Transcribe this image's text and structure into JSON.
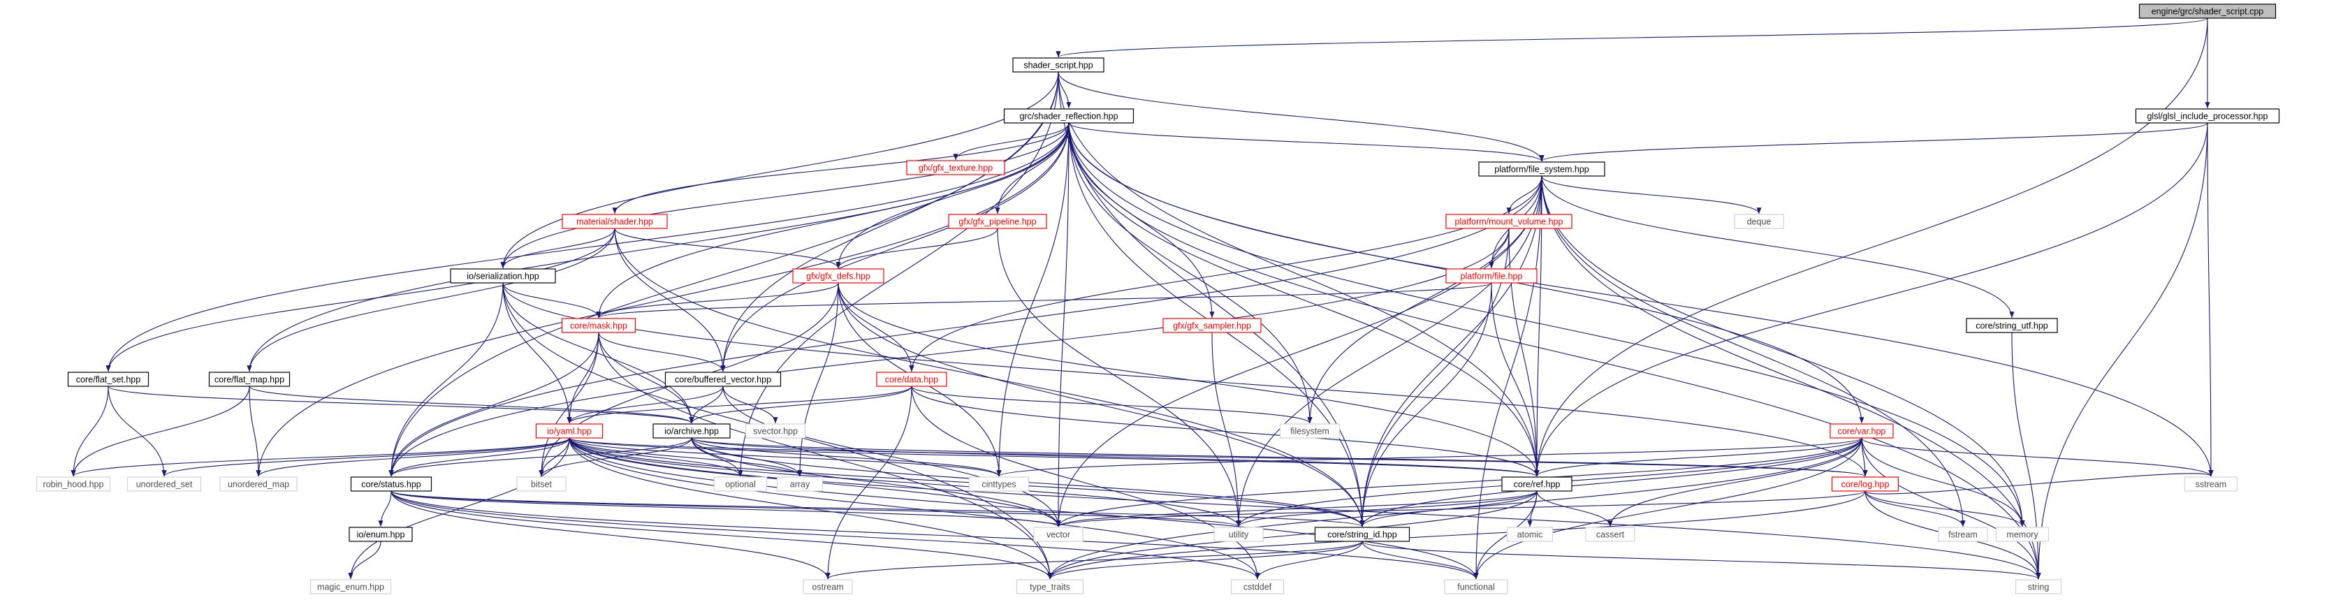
{
  "diagram": {
    "nodes": [
      {
        "id": "root",
        "label": "engine/grc/shader_script.cpp",
        "style": "root"
      },
      {
        "id": "shader_script",
        "label": "shader_script.hpp",
        "style": "normal"
      },
      {
        "id": "glsl_inc",
        "label": "glsl/glsl_include_processor.hpp",
        "style": "normal"
      },
      {
        "id": "shader_refl",
        "label": "grc/shader_reflection.hpp",
        "style": "normal"
      },
      {
        "id": "gfx_texture",
        "label": "gfx/gfx_texture.hpp",
        "style": "red"
      },
      {
        "id": "file_system",
        "label": "platform/file_system.hpp",
        "style": "normal"
      },
      {
        "id": "material_shader",
        "label": "material/shader.hpp",
        "style": "red"
      },
      {
        "id": "gfx_pipeline",
        "label": "gfx/gfx_pipeline.hpp",
        "style": "red"
      },
      {
        "id": "deque",
        "label": "deque",
        "style": "std"
      },
      {
        "id": "mount_volume",
        "label": "platform/mount_volume.hpp",
        "style": "red"
      },
      {
        "id": "io_serial",
        "label": "io/serialization.hpp",
        "style": "normal"
      },
      {
        "id": "gfx_defs",
        "label": "gfx/gfx_defs.hpp",
        "style": "red"
      },
      {
        "id": "platform_file",
        "label": "platform/file.hpp",
        "style": "red"
      },
      {
        "id": "gfx_sampler",
        "label": "gfx/gfx_sampler.hpp",
        "style": "red"
      },
      {
        "id": "core_mask",
        "label": "core/mask.hpp",
        "style": "red"
      },
      {
        "id": "string_utf",
        "label": "core/string_utf.hpp",
        "style": "normal"
      },
      {
        "id": "flat_set",
        "label": "core/flat_set.hpp",
        "style": "normal"
      },
      {
        "id": "flat_map",
        "label": "core/flat_map.hpp",
        "style": "normal"
      },
      {
        "id": "buffered_vec",
        "label": "core/buffered_vector.hpp",
        "style": "normal"
      },
      {
        "id": "core_data",
        "label": "core/data.hpp",
        "style": "red"
      },
      {
        "id": "io_yaml",
        "label": "io/yaml.hpp",
        "style": "red"
      },
      {
        "id": "io_archive",
        "label": "io/archive.hpp",
        "style": "normal"
      },
      {
        "id": "svector",
        "label": "svector.hpp",
        "style": "std"
      },
      {
        "id": "filesystem",
        "label": "filesystem",
        "style": "std"
      },
      {
        "id": "core_var",
        "label": "core/var.hpp",
        "style": "red"
      },
      {
        "id": "robin_hood",
        "label": "robin_hood.hpp",
        "style": "std"
      },
      {
        "id": "unordered_set",
        "label": "unordered_set",
        "style": "std"
      },
      {
        "id": "unordered_map",
        "label": "unordered_map",
        "style": "std"
      },
      {
        "id": "core_status",
        "label": "core/status.hpp",
        "style": "normal"
      },
      {
        "id": "bitset",
        "label": "bitset",
        "style": "std"
      },
      {
        "id": "optional",
        "label": "optional",
        "style": "std"
      },
      {
        "id": "array",
        "label": "array",
        "style": "std"
      },
      {
        "id": "cinttypes",
        "label": "cinttypes",
        "style": "std"
      },
      {
        "id": "core_ref",
        "label": "core/ref.hpp",
        "style": "normal"
      },
      {
        "id": "core_log",
        "label": "core/log.hpp",
        "style": "red"
      },
      {
        "id": "sstream",
        "label": "sstream",
        "style": "std"
      },
      {
        "id": "io_enum",
        "label": "io/enum.hpp",
        "style": "normal"
      },
      {
        "id": "vector",
        "label": "vector",
        "style": "std"
      },
      {
        "id": "utility",
        "label": "utility",
        "style": "std"
      },
      {
        "id": "string_id",
        "label": "core/string_id.hpp",
        "style": "normal"
      },
      {
        "id": "atomic",
        "label": "atomic",
        "style": "std"
      },
      {
        "id": "cassert",
        "label": "cassert",
        "style": "std"
      },
      {
        "id": "fstream",
        "label": "fstream",
        "style": "std"
      },
      {
        "id": "memory",
        "label": "memory",
        "style": "std"
      },
      {
        "id": "magic_enum",
        "label": "magic_enum.hpp",
        "style": "std"
      },
      {
        "id": "ostream",
        "label": "ostream",
        "style": "std"
      },
      {
        "id": "type_traits",
        "label": "type_traits",
        "style": "std"
      },
      {
        "id": "cstddef",
        "label": "cstddef",
        "style": "std"
      },
      {
        "id": "functional",
        "label": "functional",
        "style": "std"
      },
      {
        "id": "string",
        "label": "string",
        "style": "std"
      }
    ],
    "edges": [
      [
        "root",
        "shader_script"
      ],
      [
        "root",
        "glsl_inc"
      ],
      [
        "root",
        "core_ref"
      ],
      [
        "shader_script",
        "shader_refl"
      ],
      [
        "shader_script",
        "file_system"
      ],
      [
        "shader_script",
        "io_serial"
      ],
      [
        "shader_script",
        "buffered_vec"
      ],
      [
        "shader_script",
        "core_ref"
      ],
      [
        "shader_script",
        "string_id"
      ],
      [
        "shader_script",
        "optional"
      ],
      [
        "shader_script",
        "core_status"
      ],
      [
        "glsl_inc",
        "file_system"
      ],
      [
        "glsl_inc",
        "sstream"
      ],
      [
        "glsl_inc",
        "string"
      ],
      [
        "glsl_inc",
        "core_ref"
      ],
      [
        "shader_refl",
        "gfx_texture"
      ],
      [
        "shader_refl",
        "file_system"
      ],
      [
        "shader_refl",
        "material_shader"
      ],
      [
        "shader_refl",
        "gfx_pipeline"
      ],
      [
        "shader_refl",
        "gfx_defs"
      ],
      [
        "shader_refl",
        "gfx_sampler"
      ],
      [
        "shader_refl",
        "io_serial"
      ],
      [
        "shader_refl",
        "core_mask"
      ],
      [
        "shader_refl",
        "flat_set"
      ],
      [
        "shader_refl",
        "flat_map"
      ],
      [
        "shader_refl",
        "buffered_vec"
      ],
      [
        "shader_refl",
        "core_var"
      ],
      [
        "shader_refl",
        "filesystem"
      ],
      [
        "shader_refl",
        "cinttypes"
      ],
      [
        "shader_refl",
        "vector"
      ],
      [
        "shader_refl",
        "string_id"
      ],
      [
        "shader_refl",
        "memory"
      ],
      [
        "shader_refl",
        "sstream"
      ],
      [
        "shader_refl",
        "string"
      ],
      [
        "shader_refl",
        "unordered_map"
      ],
      [
        "shader_refl",
        "core_ref"
      ],
      [
        "file_system",
        "deque"
      ],
      [
        "file_system",
        "mount_volume"
      ],
      [
        "file_system",
        "platform_file"
      ],
      [
        "file_system",
        "string_utf"
      ],
      [
        "file_system",
        "core_data"
      ],
      [
        "file_system",
        "filesystem"
      ],
      [
        "file_system",
        "core_ref"
      ],
      [
        "file_system",
        "string_id"
      ],
      [
        "file_system",
        "vector"
      ],
      [
        "file_system",
        "string"
      ],
      [
        "file_system",
        "memory"
      ],
      [
        "file_system",
        "fstream"
      ],
      [
        "file_system",
        "utility"
      ],
      [
        "file_system",
        "core_status"
      ],
      [
        "file_system",
        "functional"
      ],
      [
        "material_shader",
        "gfx_defs"
      ],
      [
        "material_shader",
        "io_serial"
      ],
      [
        "material_shader",
        "buffered_vec"
      ],
      [
        "material_shader",
        "flat_set"
      ],
      [
        "material_shader",
        "flat_map"
      ],
      [
        "material_shader",
        "string_id"
      ],
      [
        "gfx_pipeline",
        "gfx_defs"
      ],
      [
        "gfx_pipeline",
        "utility"
      ],
      [
        "mount_volume",
        "platform_file"
      ],
      [
        "mount_volume",
        "core_ref"
      ],
      [
        "mount_volume",
        "string_id"
      ],
      [
        "mount_volume",
        "core_status"
      ],
      [
        "io_serial",
        "core_mask"
      ],
      [
        "io_serial",
        "io_archive"
      ],
      [
        "io_serial",
        "io_yaml"
      ],
      [
        "io_serial",
        "core_status"
      ],
      [
        "io_serial",
        "core_log"
      ],
      [
        "io_serial",
        "type_traits"
      ],
      [
        "gfx_defs",
        "core_mask"
      ],
      [
        "gfx_defs",
        "core_data"
      ],
      [
        "gfx_defs",
        "array"
      ],
      [
        "gfx_defs",
        "cinttypes"
      ],
      [
        "gfx_defs",
        "string_id"
      ],
      [
        "gfx_defs",
        "core_ref"
      ],
      [
        "gfx_defs",
        "bitset"
      ],
      [
        "platform_file",
        "core_mask"
      ],
      [
        "platform_file",
        "core_ref"
      ],
      [
        "platform_file",
        "string_id"
      ],
      [
        "gfx_sampler",
        "utility"
      ],
      [
        "core_mask",
        "buffered_vec"
      ],
      [
        "core_mask",
        "io_archive"
      ],
      [
        "core_mask",
        "io_yaml"
      ],
      [
        "core_mask",
        "bitset"
      ],
      [
        "core_mask",
        "core_status"
      ],
      [
        "core_mask",
        "type_traits"
      ],
      [
        "string_utf",
        "string"
      ],
      [
        "flat_set",
        "io_archive"
      ],
      [
        "flat_set",
        "robin_hood"
      ],
      [
        "flat_set",
        "unordered_set"
      ],
      [
        "flat_map",
        "io_archive"
      ],
      [
        "flat_map",
        "robin_hood"
      ],
      [
        "flat_map",
        "unordered_map"
      ],
      [
        "buffered_vec",
        "io_archive"
      ],
      [
        "buffered_vec",
        "io_yaml"
      ],
      [
        "buffered_vec",
        "svector"
      ],
      [
        "buffered_vec",
        "vector"
      ],
      [
        "core_data",
        "io_archive"
      ],
      [
        "core_data",
        "io_yaml"
      ],
      [
        "core_data",
        "filesystem"
      ],
      [
        "core_data",
        "core_ref"
      ],
      [
        "core_data",
        "ostream"
      ],
      [
        "core_data",
        "cstddef"
      ],
      [
        "io_yaml",
        "robin_hood"
      ],
      [
        "io_yaml",
        "unordered_set"
      ],
      [
        "io_yaml",
        "unordered_map"
      ],
      [
        "io_yaml",
        "core_status"
      ],
      [
        "io_yaml",
        "bitset"
      ],
      [
        "io_yaml",
        "optional"
      ],
      [
        "io_yaml",
        "array"
      ],
      [
        "io_yaml",
        "cinttypes"
      ],
      [
        "io_yaml",
        "core_ref"
      ],
      [
        "io_yaml",
        "core_log"
      ],
      [
        "io_yaml",
        "vector"
      ],
      [
        "io_yaml",
        "utility"
      ],
      [
        "io_yaml",
        "string_id"
      ],
      [
        "io_yaml",
        "magic_enum"
      ],
      [
        "io_yaml",
        "type_traits"
      ],
      [
        "io_yaml",
        "cstddef"
      ],
      [
        "io_yaml",
        "functional"
      ],
      [
        "io_yaml",
        "string"
      ],
      [
        "io_archive",
        "core_status"
      ],
      [
        "io_archive",
        "bitset"
      ],
      [
        "io_archive",
        "optional"
      ],
      [
        "io_archive",
        "array"
      ],
      [
        "io_archive",
        "cinttypes"
      ],
      [
        "io_archive",
        "core_ref"
      ],
      [
        "io_archive",
        "core_log"
      ],
      [
        "io_archive",
        "vector"
      ],
      [
        "io_archive",
        "string_id"
      ],
      [
        "core_var",
        "core_ref"
      ],
      [
        "core_var",
        "core_log"
      ],
      [
        "core_var",
        "cinttypes"
      ],
      [
        "core_var",
        "vector"
      ],
      [
        "core_var",
        "utility"
      ],
      [
        "core_var",
        "string_id"
      ],
      [
        "core_var",
        "cassert"
      ],
      [
        "core_var",
        "memory"
      ],
      [
        "core_var",
        "sstream"
      ],
      [
        "core_var",
        "string"
      ],
      [
        "core_var",
        "functional"
      ],
      [
        "core_var",
        "type_traits"
      ],
      [
        "core_status",
        "io_enum"
      ],
      [
        "core_status",
        "vector"
      ],
      [
        "core_status",
        "utility"
      ],
      [
        "core_status",
        "string_id"
      ],
      [
        "core_status",
        "ostream"
      ],
      [
        "core_status",
        "type_traits"
      ],
      [
        "core_status",
        "cstddef"
      ],
      [
        "core_status",
        "functional"
      ],
      [
        "io_enum",
        "magic_enum"
      ],
      [
        "core_ref",
        "utility"
      ],
      [
        "core_ref",
        "atomic"
      ],
      [
        "core_ref",
        "cassert"
      ],
      [
        "core_ref",
        "string_id"
      ],
      [
        "core_ref",
        "type_traits"
      ],
      [
        "core_ref",
        "functional"
      ],
      [
        "core_ref",
        "vector"
      ],
      [
        "core_log",
        "fstream"
      ],
      [
        "core_log",
        "memory"
      ],
      [
        "core_log",
        "sstream"
      ],
      [
        "core_log",
        "string"
      ],
      [
        "core_log",
        "vector"
      ],
      [
        "core_log",
        "type_traits"
      ],
      [
        "string_id",
        "string"
      ],
      [
        "string_id",
        "cstddef"
      ],
      [
        "string_id",
        "functional"
      ],
      [
        "string_id",
        "ostream"
      ],
      [
        "string_id",
        "type_traits"
      ]
    ]
  }
}
